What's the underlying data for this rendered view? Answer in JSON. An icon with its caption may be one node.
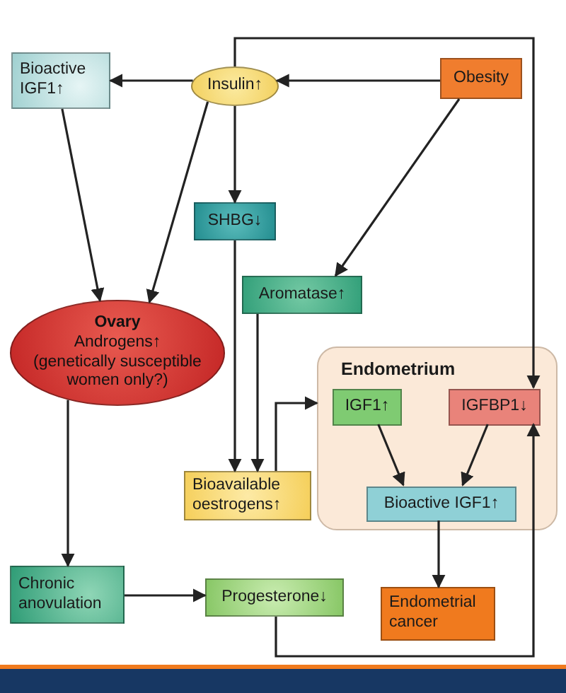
{
  "diagram": {
    "nodes": [
      {
        "text": [
          "Bioactive IGF1↑"
        ]
      },
      {
        "text": [
          "Insulin↑"
        ]
      },
      {
        "text": [
          "Obesity"
        ]
      },
      {
        "text": [
          "SHBG↓"
        ]
      },
      {
        "text": [
          "Aromatase↑"
        ]
      },
      {
        "text": [
          "Ovary",
          "Androgens↑",
          "(genetically susceptible women only?)"
        ]
      },
      {
        "text": [
          "Endometrium"
        ]
      },
      {
        "text": [
          "IGF1↑"
        ],
        "in": 6
      },
      {
        "text": [
          "IGFBP1↓"
        ],
        "in": 6
      },
      {
        "text": [
          "Bioactive IGF1↑"
        ],
        "in": 6
      },
      {
        "text": [
          "Bioavailable oestrogens↑"
        ]
      },
      {
        "text": [
          "Chronic anovulation"
        ]
      },
      {
        "text": [
          "Progesterone↓"
        ]
      },
      {
        "text": [
          "Endometrial cancer"
        ]
      }
    ],
    "edges": [
      {
        "from": 2,
        "to": 1,
        "arrow": "to"
      },
      {
        "from": 1,
        "to": 0,
        "arrow": "to"
      },
      {
        "from": 0,
        "to": 5,
        "arrow": "to"
      },
      {
        "from": 1,
        "to": 5,
        "arrow": "to"
      },
      {
        "from": 1,
        "to": 3,
        "arrow": "to"
      },
      {
        "from": 2,
        "to": 4,
        "arrow": "to"
      },
      {
        "from": 3,
        "to": 10,
        "arrow": "to"
      },
      {
        "from": 4,
        "to": 10,
        "arrow": "to"
      },
      {
        "from": 10,
        "to": 6,
        "arrow": "to"
      },
      {
        "from": 1,
        "to": 8,
        "arrow": "to"
      },
      {
        "from": 12,
        "to": 8,
        "arrow": "to"
      },
      {
        "from": 5,
        "to": 11,
        "arrow": "to"
      },
      {
        "from": 11,
        "to": 12,
        "arrow": "to"
      },
      {
        "from": 7,
        "to": 9,
        "arrow": "to"
      },
      {
        "from": 8,
        "to": 9,
        "arrow": "to"
      },
      {
        "from": 9,
        "to": 13,
        "arrow": "to"
      }
    ]
  }
}
